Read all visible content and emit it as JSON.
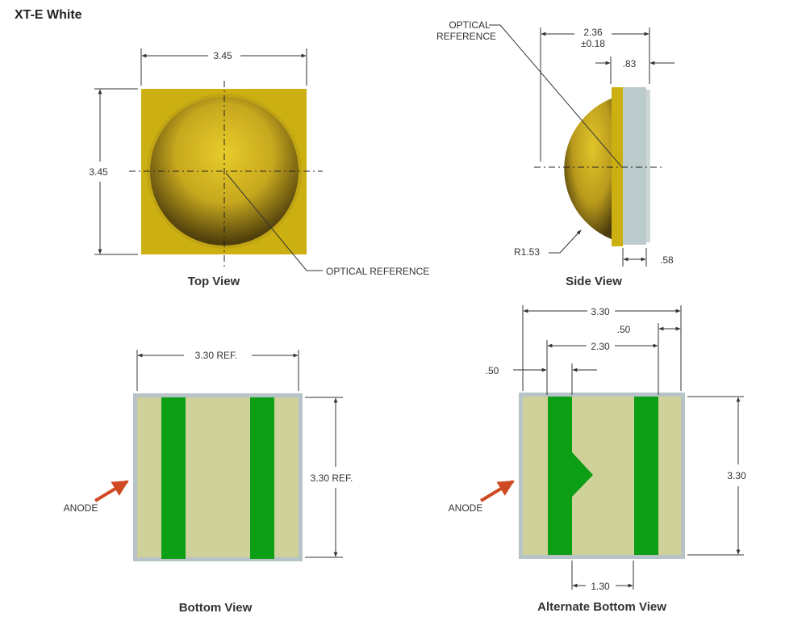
{
  "title": "XT-E White",
  "colors": {
    "lens": "#c9a81a",
    "substrate": "#ccb012",
    "pcb": "#cfd19a",
    "pad": "#0c9e14",
    "frame": "#b7c3c6",
    "side_base": "#bccbcc",
    "arrow": "#cf4a22"
  },
  "top_view": {
    "caption": "Top View",
    "dim_width": "3.45",
    "dim_height": "3.45",
    "callout": "OPTICAL REFERENCE"
  },
  "side_view": {
    "caption": "Side View",
    "callout_line1": "OPTICAL",
    "callout_line2": "REFERENCE",
    "dim_height_line1": "2.36",
    "dim_height_line2": "±0.18",
    "dim_lens_offset": ".83",
    "dim_radius": "R1.53",
    "dim_base": ".58"
  },
  "bottom_view": {
    "caption": "Bottom View",
    "dim_width": "3.30 REF.",
    "dim_height": "3.30 REF.",
    "anode_label": "ANODE"
  },
  "alt_bottom_view": {
    "caption": "Alternate Bottom View",
    "dim_width": "3.30",
    "dim_pad_right": ".50",
    "dim_span": "2.30",
    "dim_pad_left": ".50",
    "dim_height": "3.30",
    "dim_gap": "1.30",
    "anode_label": "ANODE"
  }
}
